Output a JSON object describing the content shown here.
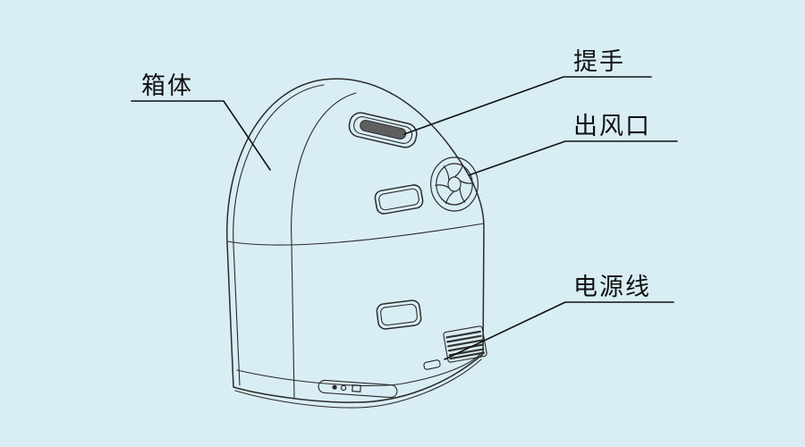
{
  "colors": {
    "background": "#d9edf5",
    "body_fill": "#e3f1f8",
    "line": "#2b2b2b",
    "label_text": "#111111",
    "grip_fill": "#5f5f5f"
  },
  "diagram": {
    "labels": {
      "cabinet": "箱体",
      "handle": "提手",
      "air_outlet": "出风口",
      "power_cord": "电源线"
    }
  }
}
